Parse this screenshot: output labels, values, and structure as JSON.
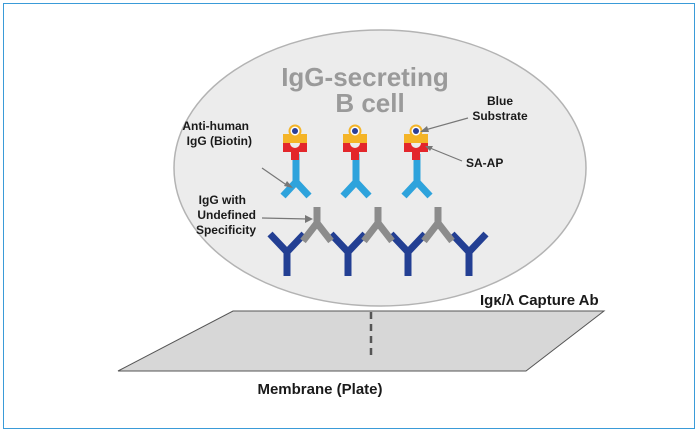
{
  "cell": {
    "title_line1": "IgG-secreting",
    "title_line2": "B cell"
  },
  "labels": {
    "anti_human_line1": "Anti-human",
    "anti_human_line2": "IgG (Biotin)",
    "blue_substrate_line1": "Blue",
    "blue_substrate_line2": "Substrate",
    "sa_ap": "SA-AP",
    "igg_undefined_line1": "IgG with",
    "igg_undefined_line2": "Undefined",
    "igg_undefined_line3": "Specificity",
    "capture_ab": "Igκ/λ Capture Ab",
    "membrane": "Membrane (Plate)"
  },
  "colors": {
    "frame": "#3a9bd8",
    "cell_fill": "#ececec",
    "capture_antibody": "#233f93",
    "igg_grey": "#8c8c8c",
    "detection_antibody": "#2ea3dc",
    "sa_ap_red": "#e3262b",
    "sa_ap_yellow": "#f4b427",
    "substrate_blue": "#2b3f97",
    "membrane_fill": "#d7d7d7"
  }
}
